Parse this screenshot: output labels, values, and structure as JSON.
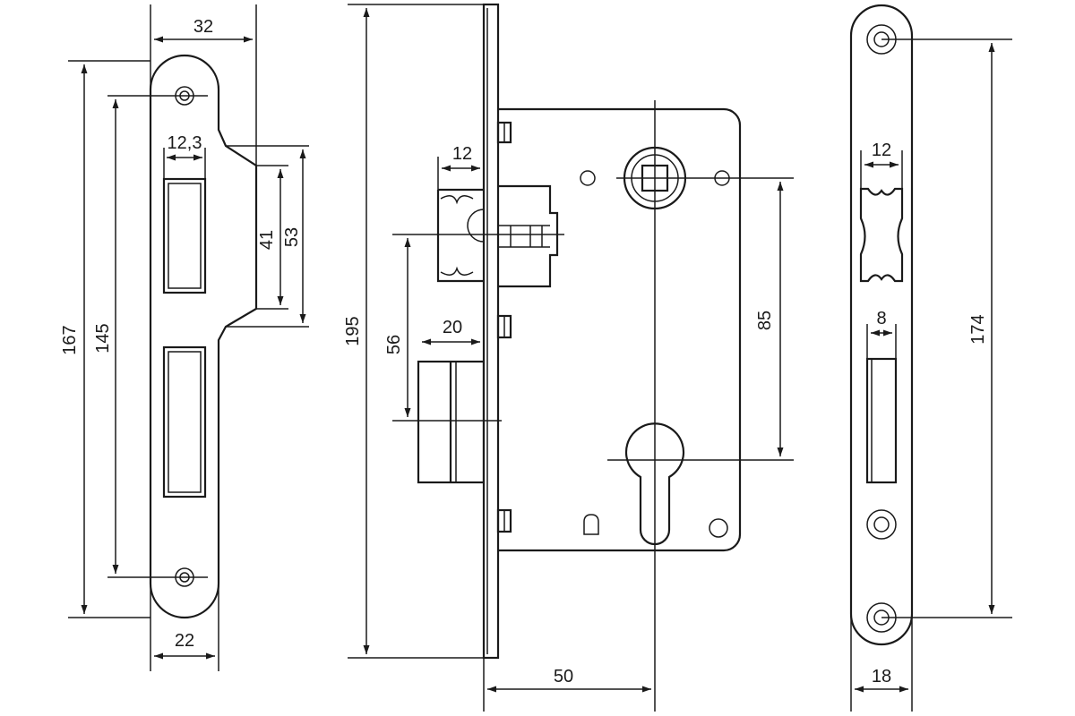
{
  "dimensions": {
    "strike_width": "32",
    "strike_overall_height": "167",
    "strike_screw_spacing": "145",
    "strike_latch_slot_width": "12,3",
    "strike_lip_inner": "41",
    "strike_lip_outer": "53",
    "strike_base_width": "22",
    "lock_total_height": "195",
    "latch_projection": "12",
    "deadbolt_projection": "20",
    "latch_to_bolt": "56",
    "centre_distance": "85",
    "backset": "50",
    "faceplate_latch_width": "12",
    "faceplate_bolt_width": "8",
    "faceplate_screw_spacing": "174",
    "faceplate_width": "18"
  }
}
